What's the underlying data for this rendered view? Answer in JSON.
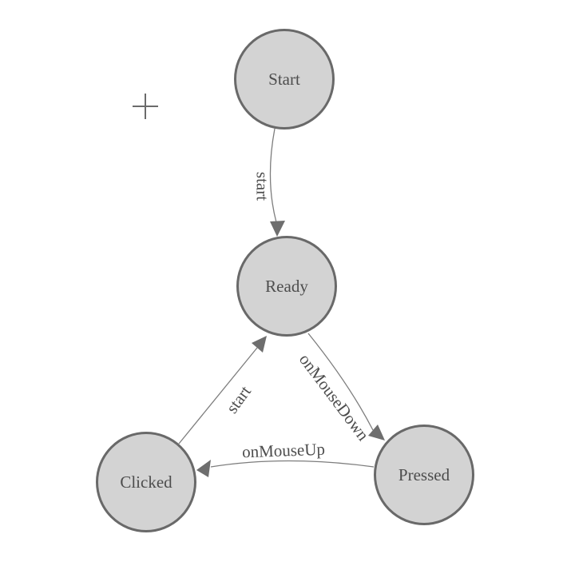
{
  "diagram": {
    "type": "state-machine",
    "nodes": [
      {
        "id": "start",
        "label": "Start"
      },
      {
        "id": "ready",
        "label": "Ready"
      },
      {
        "id": "clicked",
        "label": "Clicked"
      },
      {
        "id": "pressed",
        "label": "Pressed"
      }
    ],
    "edges": [
      {
        "from": "Start",
        "to": "Ready",
        "label": "start"
      },
      {
        "from": "Clicked",
        "to": "Ready",
        "label": "start"
      },
      {
        "from": "Ready",
        "to": "Pressed",
        "label": "onMouseDown"
      },
      {
        "from": "Pressed",
        "to": "Clicked",
        "label": "onMouseUp"
      }
    ],
    "colors": {
      "node_fill": "#d3d3d3",
      "node_border": "#696969",
      "edge_line": "#7d7d7d",
      "arrowhead": "#6e6e6e",
      "text": "#4d4d4d",
      "background": "#ffffff",
      "crosshair": "#6b6b6b"
    }
  }
}
